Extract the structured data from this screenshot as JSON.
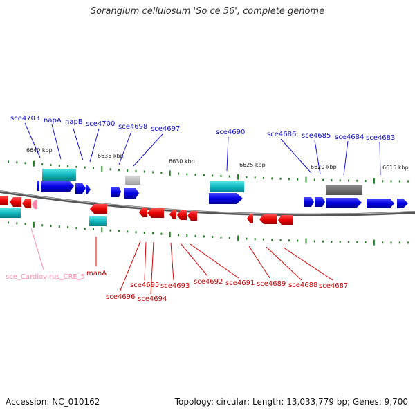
{
  "title": "Sorangium cellulosum 'So ce 56', complete genome",
  "accession": "Accession: NC_010162",
  "summary": "Topology: circular; Length: 13,033,779 bp; Genes: 9,700",
  "colors": {
    "forward": "#1010e0",
    "reverse": "#e00000",
    "cds_feature": "#10b8c0",
    "pseudo": "#b0b0b0",
    "misc_feature": "#606060",
    "misc_rna": "#ff88aa",
    "tick": "#208020",
    "backbone": "#7a7a7a"
  },
  "scale_labels": [
    "6640 kbp",
    "6635 kbp",
    "6630 kbp",
    "6625 kbp",
    "6620 kbp",
    "6615 kbp"
  ],
  "top_labels": [
    "sce4703",
    "napA",
    "napB",
    "sce4700",
    "sce4698",
    "sce4697",
    "sce4690",
    "sce4686",
    "sce4685",
    "sce4684",
    "sce4683"
  ],
  "bottom_labels": [
    "sce4696",
    "sce4695",
    "sce4694",
    "sce4693",
    "sce4692",
    "sce4691",
    "sce4689",
    "sce4688",
    "sce4687",
    "manA"
  ],
  "rna_labels": [
    "sce_Cardiovirus_CRE_5"
  ]
}
